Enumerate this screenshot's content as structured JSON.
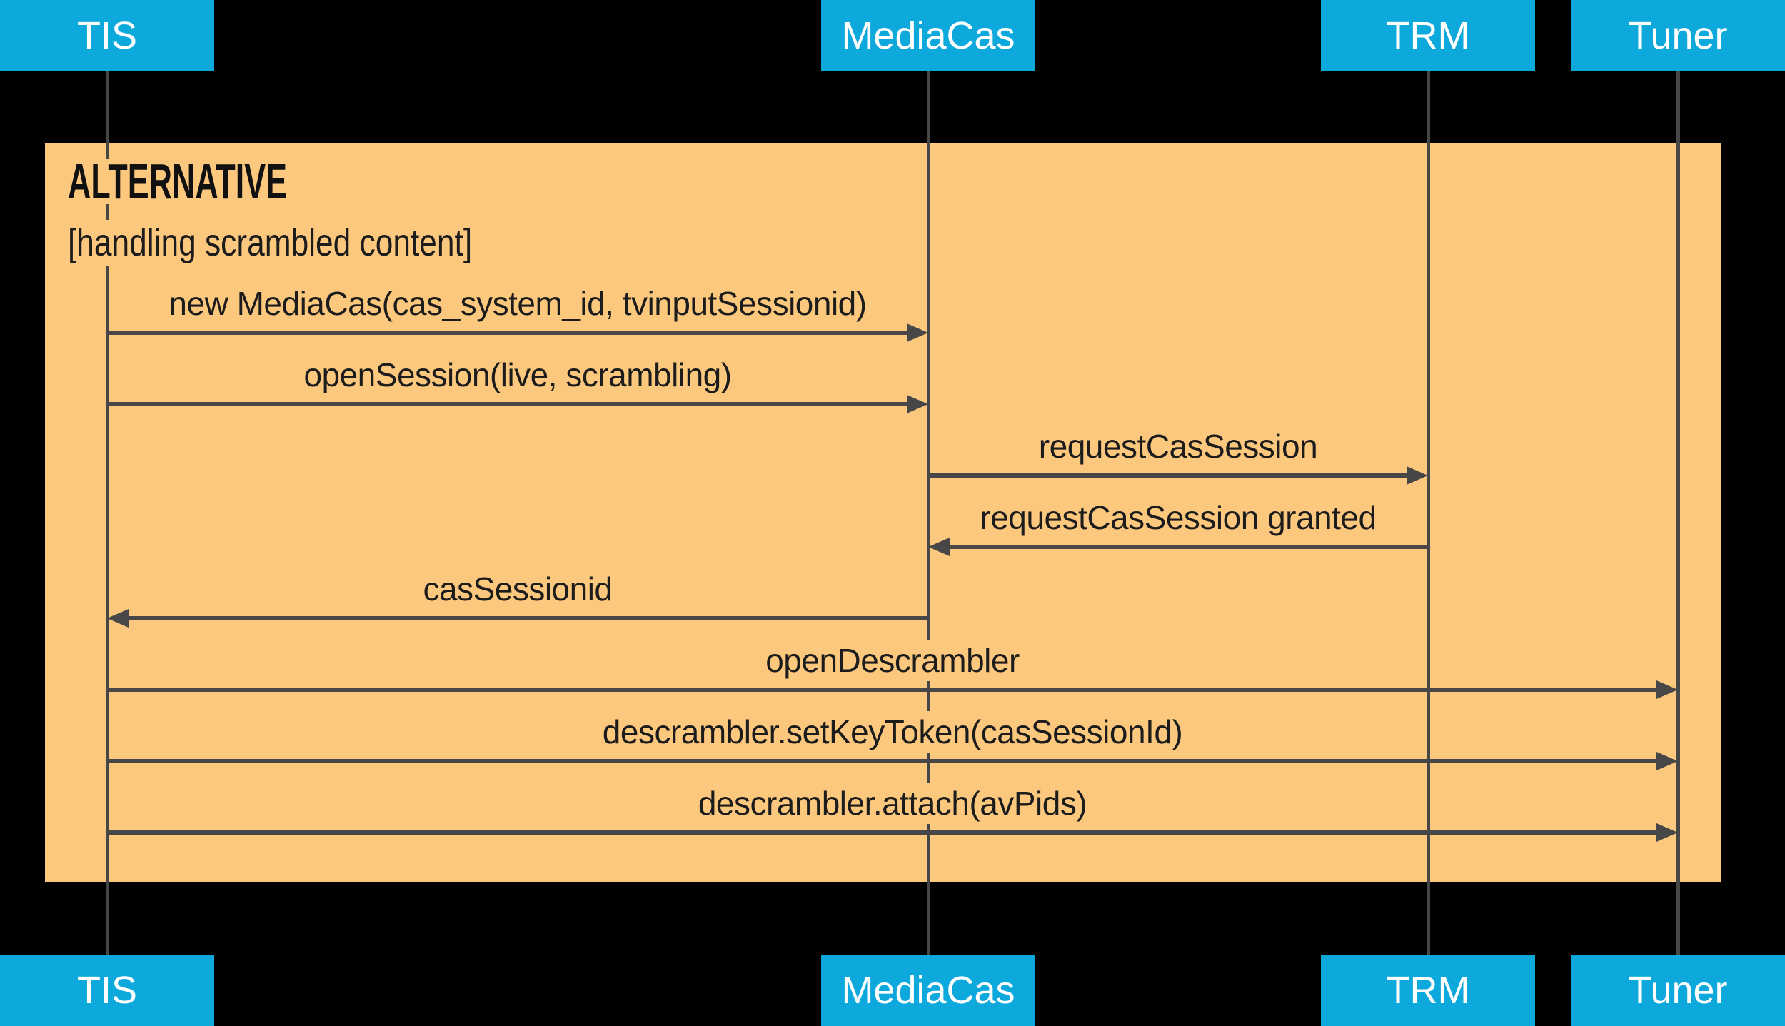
{
  "colors": {
    "background": "#000000",
    "actor_bg": "#0da9dc",
    "actor_text": "#ffffff",
    "frame_bg": "#fcc87e",
    "line": "#474747",
    "text": "#1c1c1c"
  },
  "actors": [
    {
      "id": "tis",
      "label": "TIS"
    },
    {
      "id": "mediacas",
      "label": "MediaCas"
    },
    {
      "id": "trm",
      "label": "TRM"
    },
    {
      "id": "tuner",
      "label": "Tuner"
    }
  ],
  "frame": {
    "title": "ALTERNATIVE",
    "condition": "[handling scrambled content]"
  },
  "messages": [
    {
      "label": "new MediaCas(cas_system_id, tvinputSessionid)",
      "from": "tis",
      "to": "mediacas"
    },
    {
      "label": "openSession(live, scrambling)",
      "from": "tis",
      "to": "mediacas"
    },
    {
      "label": "requestCasSession",
      "from": "mediacas",
      "to": "trm"
    },
    {
      "label": "requestCasSession granted",
      "from": "trm",
      "to": "mediacas"
    },
    {
      "label": "casSessionid",
      "from": "mediacas",
      "to": "tis"
    },
    {
      "label": "openDescrambler",
      "from": "tis",
      "to": "tuner"
    },
    {
      "label": "descrambler.setKeyToken(casSessionId)",
      "from": "tis",
      "to": "tuner"
    },
    {
      "label": "descrambler.attach(avPids)",
      "from": "tis",
      "to": "tuner"
    }
  ]
}
